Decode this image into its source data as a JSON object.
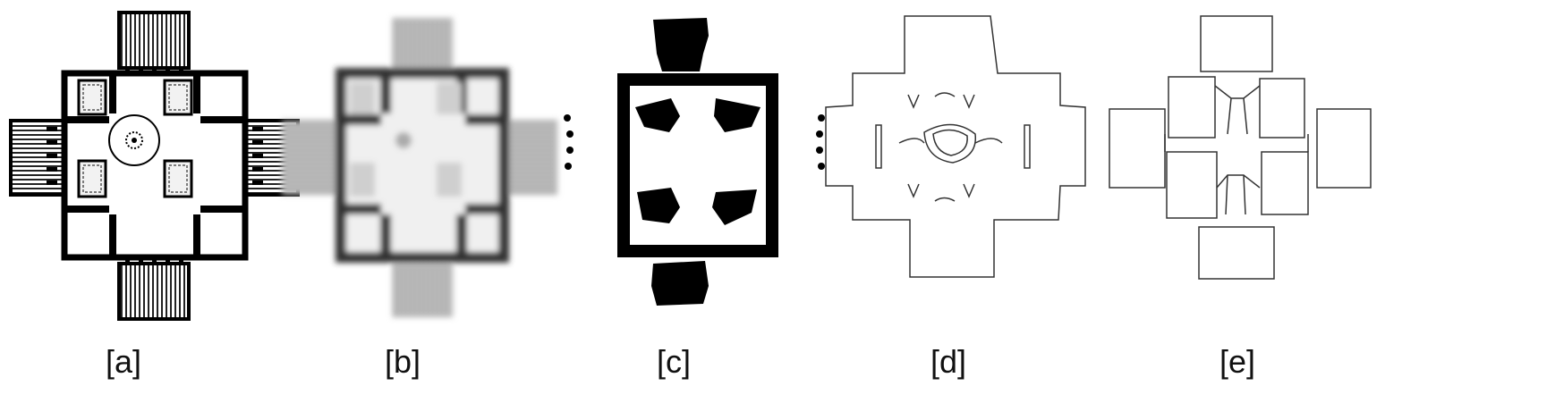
{
  "panels": [
    {
      "label": "[a]"
    },
    {
      "label": "[b]"
    },
    {
      "label": "[c]"
    },
    {
      "label": "[d]"
    },
    {
      "label": "[e]"
    }
  ]
}
